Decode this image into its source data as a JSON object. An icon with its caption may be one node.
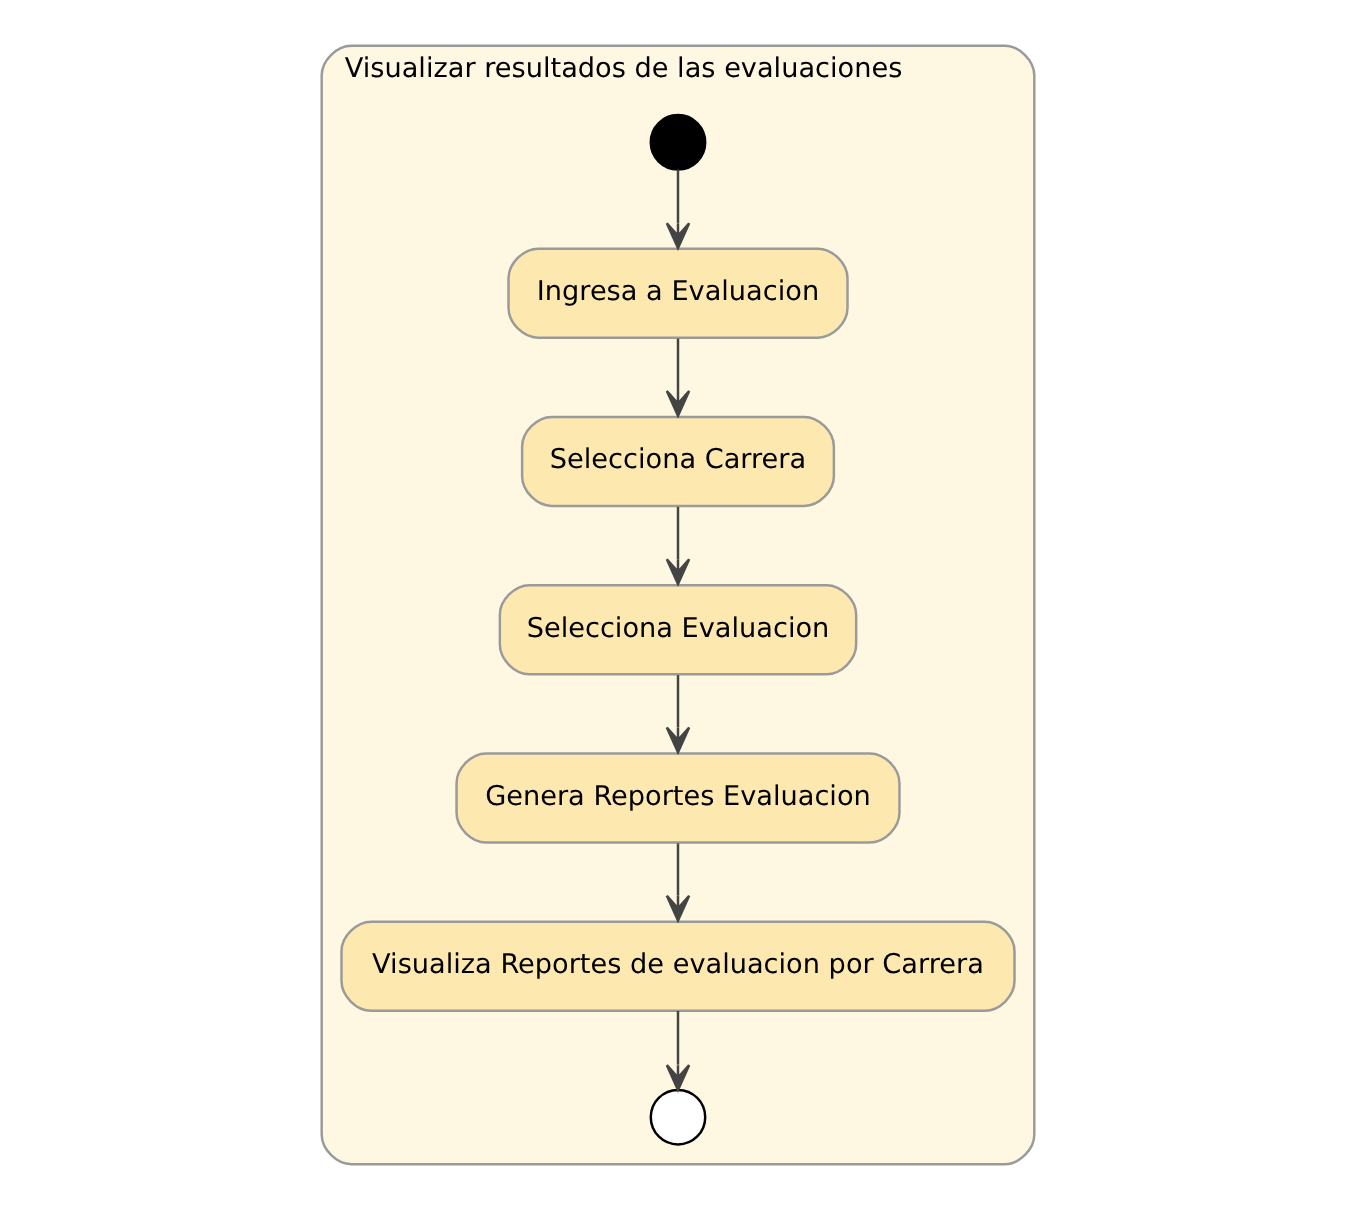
{
  "diagram": {
    "nodes": [
      {
        "text": [
          "Visualizar resultados de las evaluaciones"
        ]
      },
      {
        "text": [],
        "shape": "dot",
        "in": 0
      },
      {
        "text": [
          "Ingresa a Evaluacion"
        ],
        "in": 0
      },
      {
        "text": [
          "Selecciona Carrera"
        ],
        "in": 0
      },
      {
        "text": [
          "Selecciona Evaluacion"
        ],
        "in": 0
      },
      {
        "text": [
          "Genera Reportes Evaluacion"
        ],
        "in": 0
      },
      {
        "text": [
          "Visualiza Reportes de evaluacion por Carrera"
        ],
        "in": 0
      },
      {
        "text": [],
        "shape": "circle",
        "in": 0
      }
    ],
    "edges": [
      {
        "from": 1,
        "to": 2,
        "arrow": "to"
      },
      {
        "from": 2,
        "to": 3,
        "arrow": "to"
      },
      {
        "from": 3,
        "to": 4,
        "arrow": "to"
      },
      {
        "from": 4,
        "to": 5,
        "arrow": "to"
      },
      {
        "from": 5,
        "to": 6,
        "arrow": "to"
      },
      {
        "from": 6,
        "to": 7,
        "arrow": "to"
      }
    ]
  }
}
